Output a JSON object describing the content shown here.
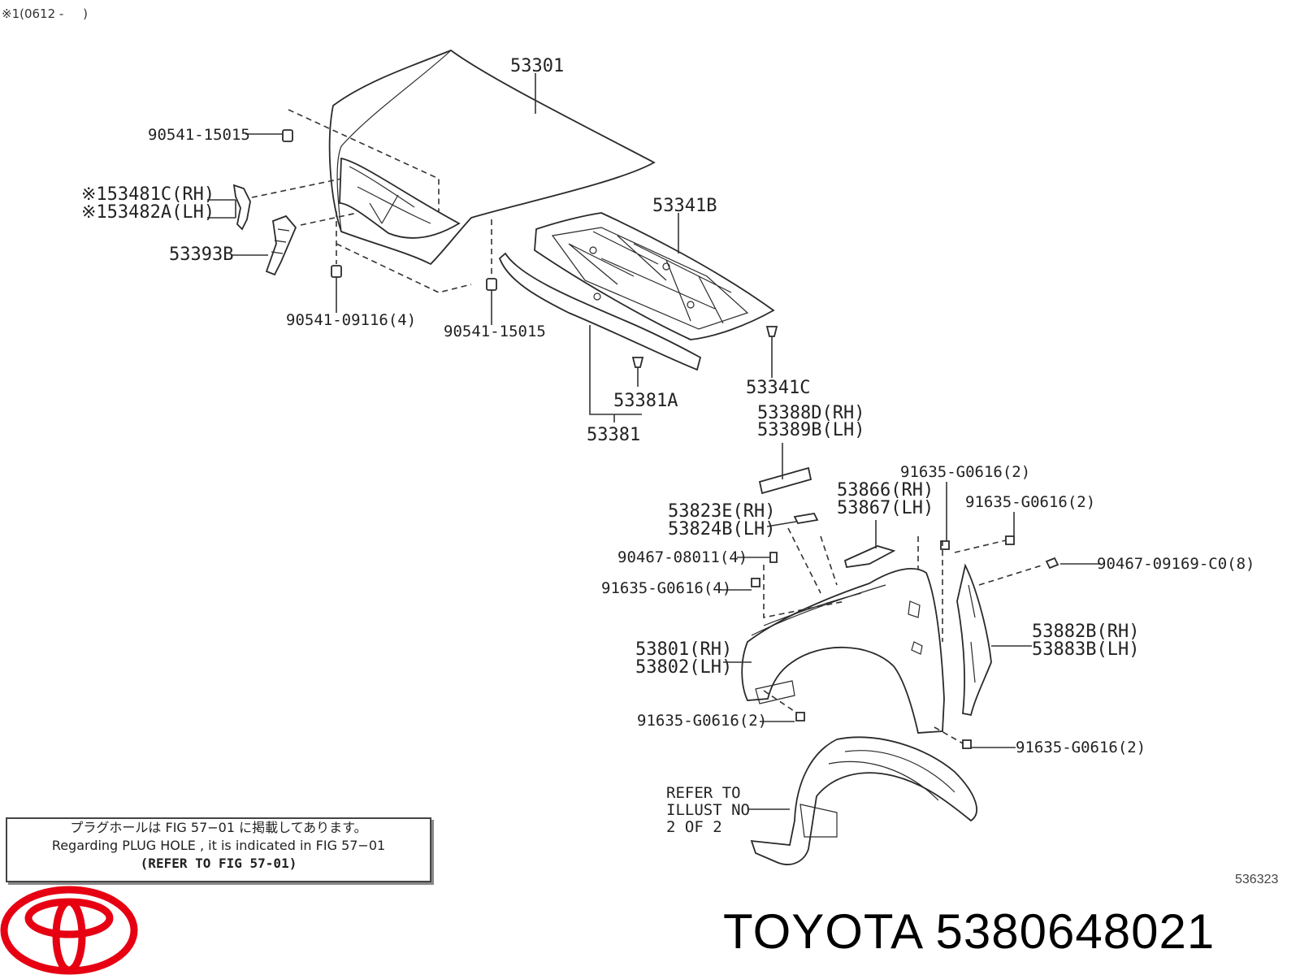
{
  "header_note": "※1(0612 -     )",
  "diagram_number": "536323",
  "labels": {
    "p53301": "53301",
    "p90541_15015_a": "90541-15015",
    "p53481C": "※153481C(RH)",
    "p53482A": "※153482A(LH)",
    "p53393B": "53393B",
    "p90541_09116": "90541-09116(4)",
    "p90541_15015_b": "90541-15015",
    "p53341B": "53341B",
    "p53381A": "53381A",
    "p53381": "53381",
    "p53341C": "53341C",
    "p53388D": "53388D(RH)",
    "p53389B": "53389B(LH)",
    "p91635_top": "91635-G0616(2)",
    "p53866": "53866(RH)",
    "p53867": "53867(LH)",
    "p91635_right": "91635-G0616(2)",
    "p53823E": "53823E(RH)",
    "p53824B": "53824B(LH)",
    "p90467_08011": "90467-08011(4)",
    "p90467_09169": "90467-09169-C0(8)",
    "p91635_left4": "91635-G0616(4)",
    "p53882B": "53882B(RH)",
    "p53883B": "53883B(LH)",
    "p53801": "53801(RH)",
    "p53802": "53802(LH)",
    "p91635_bottom_left": "91635-G0616(2)",
    "p91635_bottom_right": "91635-G0616(2)",
    "refer_1": "REFER TO",
    "refer_2": "ILLUST NO",
    "refer_3": "2 OF 2"
  },
  "notice": {
    "line_jp": "プラグホールは FIG 57−01 に掲載してあります。",
    "line_en": "Regarding  PLUG  HOLE , it is indicated in  FIG  57−01",
    "line_ref": "(REFER TO FIG 57-01)"
  },
  "brand": {
    "title": "TOYOTA 5380648021",
    "logo_color": "#e60012",
    "logo_icon": "toyota-logo"
  }
}
